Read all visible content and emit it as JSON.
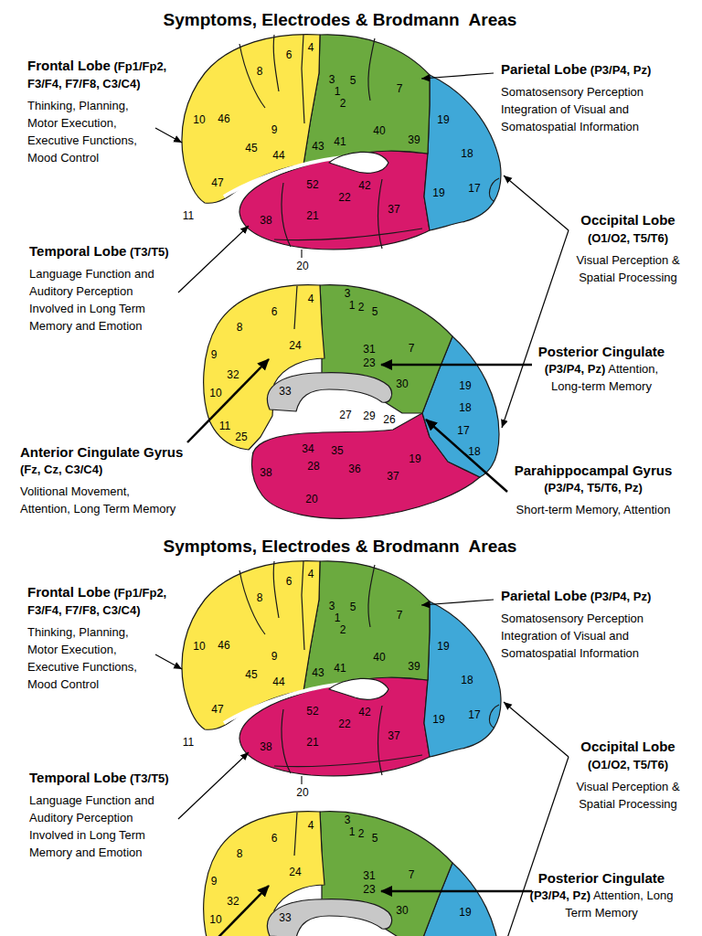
{
  "diagram": {
    "title": "Symptoms, Electrodes & Brodmann  Areas",
    "labels": [
      "Frontal Lobe",
      "(Fp1/Fp2, F3/F4, F7/F8, C3/C4)",
      "Thinking, Planning, Motor Execution, Executive Functions, Mood Control",
      "Parietal Lobe",
      "(P3/P4, Pz)",
      "Somatosensory Perception Integration of Visual and Somatospatial Information",
      "Temporal Lobe",
      "(T3/T5)",
      "Language Function and Auditory Perception Involved in Long Term Memory and Emotion",
      "Occipital Lobe",
      "(O1/O2, T5/T6)",
      "Visual Perception & Spatial Processing",
      "Posterior Cingulate",
      "(P3/P4, Pz)",
      "Attention, Long-term Memory",
      "Anterior Cingulate Gyrus",
      "(Fz, Cz, C3/C4)",
      "Volitional Movement, Attention, Long Term Memory",
      "Parahippocampal Gyrus",
      "(P3/P4, T5/T6, Pz)",
      "Short-term Memory, Attention",
      "4",
      "6",
      "8",
      "3",
      "5",
      "7",
      "1",
      "2",
      "10",
      "46",
      "9",
      "45",
      "44",
      "43",
      "41",
      "40",
      "39",
      "19",
      "18",
      "47",
      "52",
      "42",
      "22",
      "17",
      "19",
      "11",
      "38",
      "21",
      "37",
      "20",
      "3",
      "4",
      "1",
      "2",
      "6",
      "5",
      "8",
      "24",
      "7",
      "31",
      "9",
      "23",
      "32",
      "30",
      "19",
      "33",
      "10",
      "18",
      "27",
      "29",
      "26",
      "11",
      "17",
      "25",
      "34",
      "35",
      "18",
      "19",
      "28",
      "36",
      "38",
      "37",
      "20",
      "Symptoms, Electrodes & Brodmann  Areas",
      "Frontal Lobe",
      "(Fp1/Fp2, F3/F4, F7/F8, C3/C4)",
      "Thinking, Planning, Motor Execution, Executive Functions, Mood Control",
      "Parietal Lobe",
      "(P3/P4, Pz)",
      "Somatosensory Perception Integration of Visual and Somatospatial Information",
      "Temporal Lobe",
      "(T3/T5)",
      "Language Function and Auditory Perception Involved in Long Term Memory and Emotion",
      "Occipital Lobe",
      "(O1/O2, T5/T6)",
      "Visual Perception & Spatial Processing",
      "Posterior Cingulate",
      "(P3/P4, Pz)",
      "Attention, Long Term Memory",
      "4",
      "6",
      "8",
      "3",
      "5",
      "7",
      "1",
      "2",
      "10",
      "46",
      "9",
      "45",
      "44",
      "43",
      "41",
      "40",
      "39",
      "19",
      "18",
      "47",
      "52",
      "42",
      "22",
      "17",
      "19",
      "11",
      "38",
      "21",
      "37",
      "20",
      "3",
      "4",
      "1",
      "2",
      "6",
      "5",
      "8",
      "24",
      "7",
      "31",
      "9",
      "23",
      "32",
      "30",
      "19",
      "33",
      "10"
    ]
  }
}
